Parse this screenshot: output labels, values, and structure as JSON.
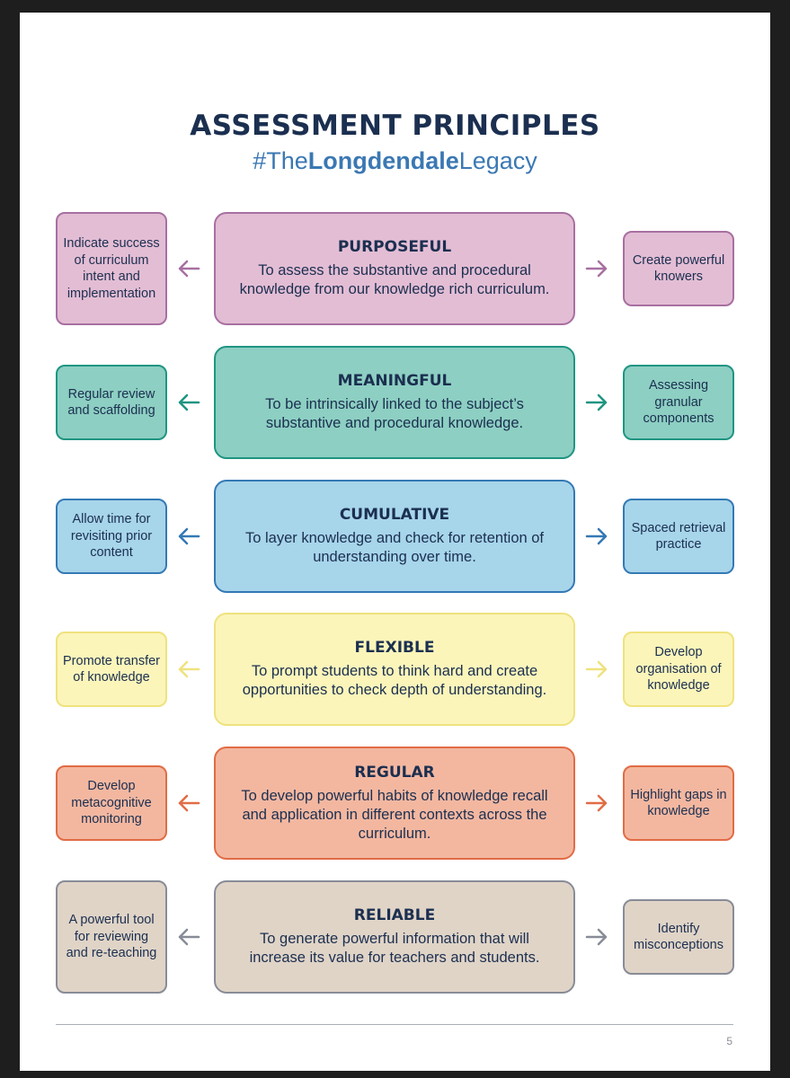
{
  "header": {
    "title": "ASSESSMENT PRINCIPLES",
    "subtitle_prefix": "#The",
    "subtitle_bold": "Longdendale",
    "subtitle_suffix": "Legacy"
  },
  "rows": [
    {
      "heading": "PURPOSEFUL",
      "description": "To assess the substantive and procedural knowledge from our knowledge rich curriculum.",
      "left": "Indicate success of curriculum intent and implementation",
      "right": "Create powerful knowers",
      "fill": "#e3bdd4",
      "border": "#a86fa1",
      "arrow": "#a86fa1"
    },
    {
      "heading": "MEANINGFUL",
      "description": "To be intrinsically linked to the subject’s substantive and procedural knowledge.",
      "left": "Regular review and scaffolding",
      "right": "Assessing granular components",
      "fill": "#8dcfc2",
      "border": "#1f9582",
      "arrow": "#1f9582"
    },
    {
      "heading": "CUMULATIVE",
      "description": "To layer knowledge and check for retention of understanding over time.",
      "left": "Allow time for revisiting prior content",
      "right": "Spaced retrieval practice",
      "fill": "#a7d5ea",
      "border": "#3479b5",
      "arrow": "#3479b5"
    },
    {
      "heading": "FLEXIBLE",
      "description": "To prompt students to think hard and create opportunities to check depth of understanding.",
      "left": "Promote transfer of knowledge",
      "right": "Develop organisation of knowledge",
      "fill": "#fbf5ba",
      "border": "#efe27e",
      "arrow": "#efe27e"
    },
    {
      "heading": "REGULAR",
      "description": "To develop powerful habits of knowledge recall and application in different contexts across the curriculum.",
      "left": "Develop metacognitive monitoring",
      "right": "Highlight gaps in knowledge",
      "fill": "#f3b7a0",
      "border": "#e16c45",
      "arrow": "#e16c45"
    },
    {
      "heading": "RELIABLE",
      "description": "To generate powerful information that will increase its value for teachers and students.",
      "left": "A powerful tool for reviewing and re-teaching",
      "right": "Identify misconceptions",
      "fill": "#e0d4c7",
      "border": "#888c97",
      "arrow": "#888c97"
    }
  ],
  "footer": {
    "page_number": "5"
  }
}
